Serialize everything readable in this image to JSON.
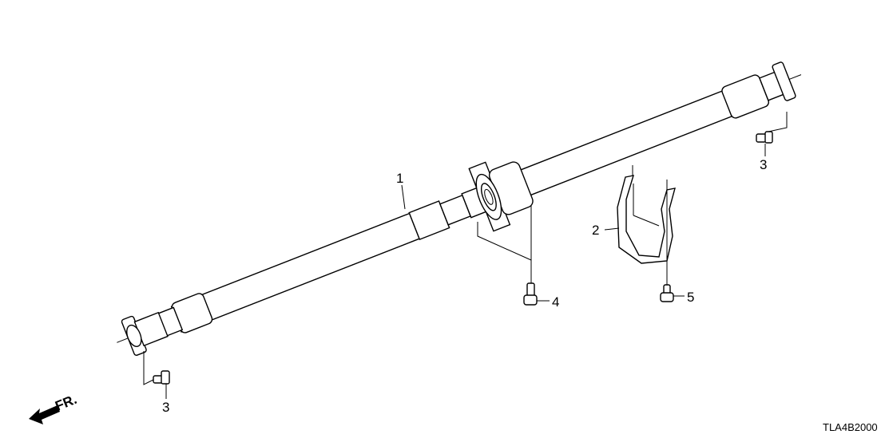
{
  "diagram": {
    "callouts": [
      {
        "id": "1",
        "part": "propeller-shaft"
      },
      {
        "id": "2",
        "part": "shaft-guard-bracket"
      },
      {
        "id": "3",
        "part": "flange-bolt-rear"
      },
      {
        "id": "3",
        "part": "flange-bolt-front"
      },
      {
        "id": "4",
        "part": "center-bearing-bolt"
      },
      {
        "id": "5",
        "part": "bracket-bolt"
      }
    ],
    "direction_indicator": "FR.",
    "diagram_code": "TLA4B2000"
  }
}
